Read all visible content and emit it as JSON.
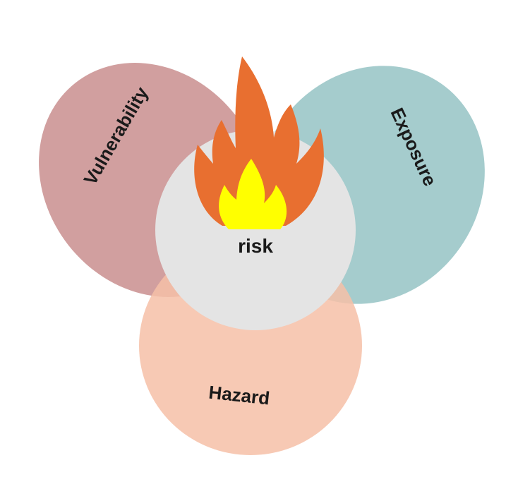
{
  "diagram": {
    "labels": {
      "vulnerability": "Vulnerability",
      "exposure": "Exposure",
      "hazard": "Hazard",
      "center": "risk"
    },
    "colors": {
      "vulnerability": "#c98e8e",
      "exposure": "#8fbfc0",
      "hazard": "#f6bfa7",
      "center_circle": "#e4e4e4",
      "flame_outer": "#e86f30",
      "flame_inner": "#ffff00"
    },
    "icons": {
      "center": "fire-icon"
    }
  }
}
